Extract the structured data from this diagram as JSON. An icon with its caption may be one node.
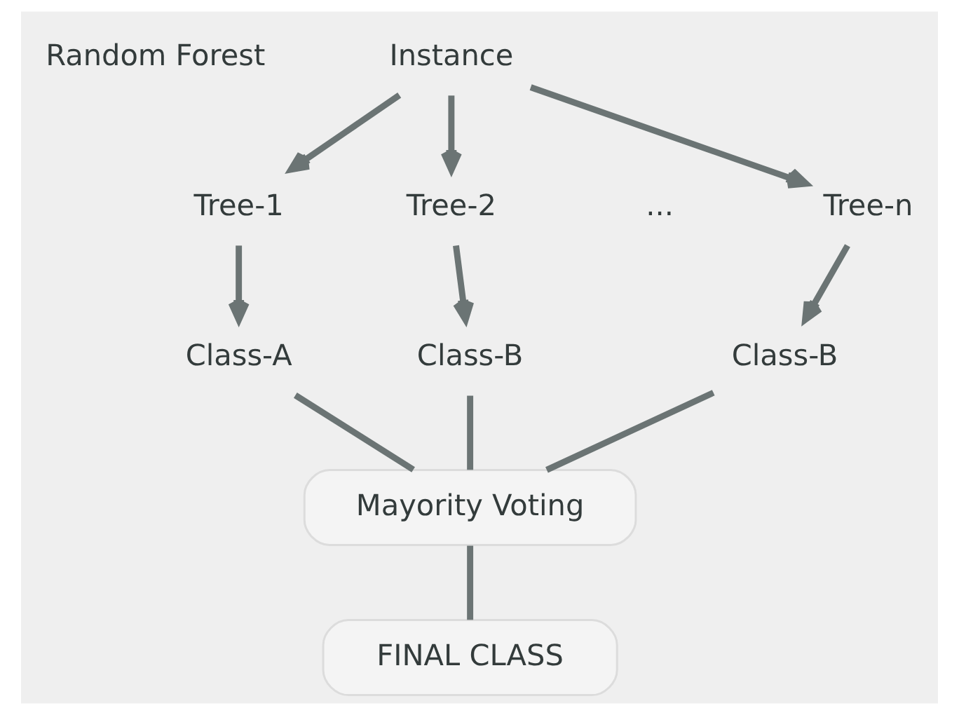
{
  "diagram": {
    "nodes": [
      {
        "text": [
          "Instance"
        ]
      },
      {
        "text": [
          "Tree-1"
        ]
      },
      {
        "text": [
          "Tree-2"
        ]
      },
      {
        "text": [
          "Tree-n"
        ]
      },
      {
        "text": [
          "Class-A"
        ]
      },
      {
        "text": [
          "Class-B"
        ]
      },
      {
        "text": [
          "Class-B"
        ]
      },
      {
        "text": [
          "Mayority Voting"
        ]
      },
      {
        "text": [
          "FINAL CLASS"
        ]
      }
    ],
    "edges": [
      {
        "from": 0,
        "to": 1,
        "arrow": "to"
      },
      {
        "from": 0,
        "to": 2,
        "arrow": "to"
      },
      {
        "from": 0,
        "to": 3,
        "arrow": "to"
      },
      {
        "from": 1,
        "to": 4,
        "arrow": "to"
      },
      {
        "from": 2,
        "to": 5,
        "arrow": "to"
      },
      {
        "from": 3,
        "to": 6,
        "arrow": "to"
      },
      {
        "from": 4,
        "to": 7,
        "arrow": "none"
      },
      {
        "from": 5,
        "to": 7,
        "arrow": "none"
      },
      {
        "from": 6,
        "to": 7,
        "arrow": "none"
      },
      {
        "from": 7,
        "to": 8,
        "arrow": "none"
      }
    ],
    "labels": [
      "Random Forest",
      "..."
    ]
  }
}
